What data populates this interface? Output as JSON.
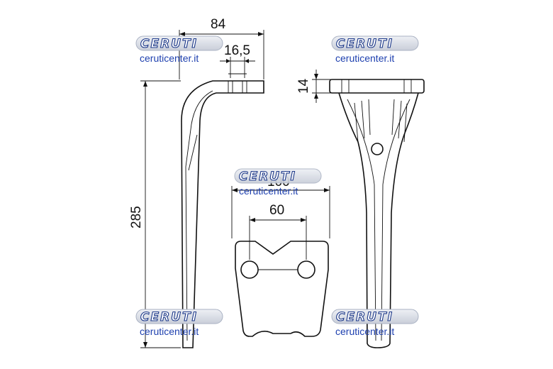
{
  "dimensions": {
    "width_top": "84",
    "slot": "16,5",
    "height": "285",
    "thickness": "14",
    "plate_width": "100",
    "hole_spacing": "60"
  },
  "watermark": {
    "brand": "CERUTI",
    "url": "ceruticenter.it",
    "colors": {
      "text": "#1e40af",
      "outline": "#1e3a8a",
      "badge": "#d9dde6"
    }
  }
}
